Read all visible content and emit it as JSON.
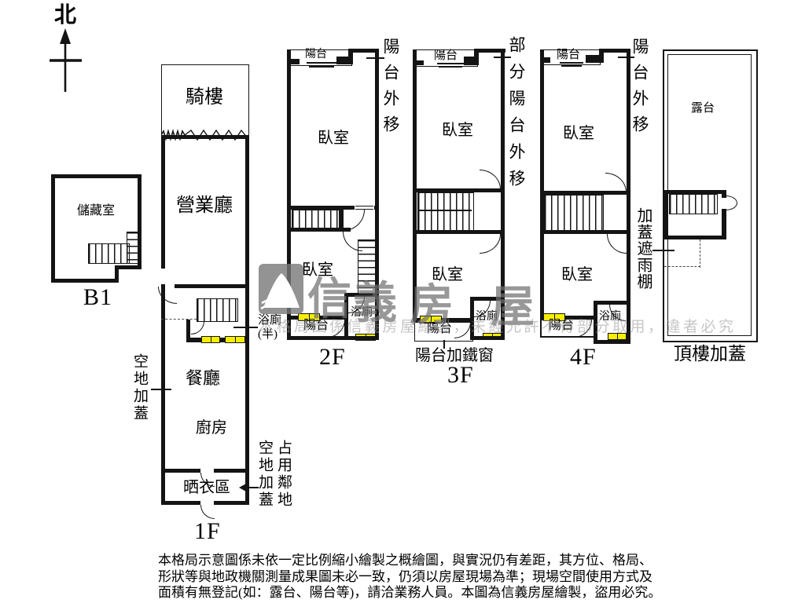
{
  "compass": {
    "north_label": "北"
  },
  "b1": {
    "floor_label": "B1",
    "storage": "儲藏室"
  },
  "f1": {
    "floor_label": "1F",
    "arcade": "騎樓",
    "business_hall": "營業廳",
    "bath_line1": "浴廁",
    "bath_line2": "(半)",
    "dining": "餐廳",
    "kitchen": "廚房",
    "laundry": "晒衣區",
    "note_left": "空地加蓋",
    "note_right_col1": "空地加蓋",
    "note_right_col2": "占用鄰地"
  },
  "f2": {
    "floor_label": "2F",
    "balcony_top": "陽台",
    "bedroom_top": "臥室",
    "bedroom_bottom": "臥室",
    "bathroom": "浴廁",
    "balcony_bottom": "陽台",
    "note_right": "陽台外移"
  },
  "f3": {
    "floor_label": "3F",
    "balcony_top": "陽台",
    "bedroom_top": "臥室",
    "bedroom_bottom": "臥室",
    "bathroom": "浴廁",
    "balcony_bottom": "陽台",
    "note_right": "部分陽台外移",
    "note_bottom": "陽台加鐵窗"
  },
  "f4": {
    "floor_label": "4F",
    "balcony_top": "陽台",
    "bedroom_top": "臥室",
    "bedroom_bottom": "臥室",
    "bathroom": "浴廁",
    "balcony_bottom": "陽台",
    "note_right": "陽台外移",
    "note_awning": "加蓋遮雨棚"
  },
  "roof": {
    "floor_label": "頂樓加蓋",
    "terrace": "露台"
  },
  "watermark": {
    "char1": "信",
    "char2": "義",
    "char3": "房",
    "char4": "屋",
    "line": "本格局圖係信義房屋繪製，未經允許不得部分取用，違者必究"
  },
  "disclaimer": {
    "line1": "本格局示意圖係未依一定比例縮小繪製之概繪圖，與實況仍有差距，其方位、格局、",
    "line2": "形狀等與地政機關測量成果圖未必一致，仍須以房屋現場為準；現場空間使用方式及",
    "line3": "面積有無登記(如：露台、陽台等)，請洽業務人員。本圖為信義房屋繪製，盜用必究。"
  },
  "colors": {
    "wall": "#141414",
    "fixture_yellow": "#f6ee00",
    "watermark_gray": "#707070"
  }
}
